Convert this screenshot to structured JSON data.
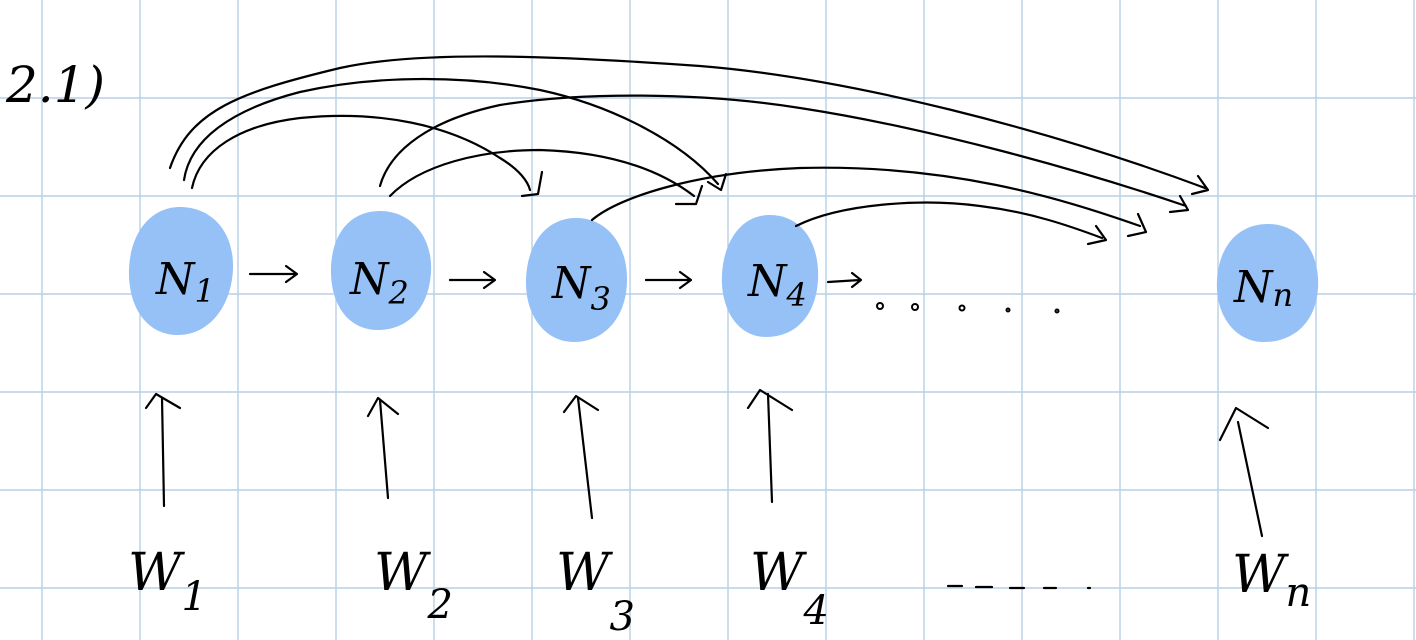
{
  "title": "2.1)",
  "accent_color": "#96c1f7",
  "nodes": [
    {
      "letter": "N",
      "sub": "1"
    },
    {
      "letter": "N",
      "sub": "2"
    },
    {
      "letter": "N",
      "sub": "3"
    },
    {
      "letter": "N",
      "sub": "4"
    },
    {
      "letter": "N",
      "sub": "n"
    }
  ],
  "inputs": [
    {
      "letter": "W",
      "sub": "1"
    },
    {
      "letter": "W",
      "sub": "2"
    },
    {
      "letter": "W",
      "sub": "3"
    },
    {
      "letter": "W",
      "sub": "4"
    },
    {
      "letter": "W",
      "sub": "n"
    }
  ]
}
